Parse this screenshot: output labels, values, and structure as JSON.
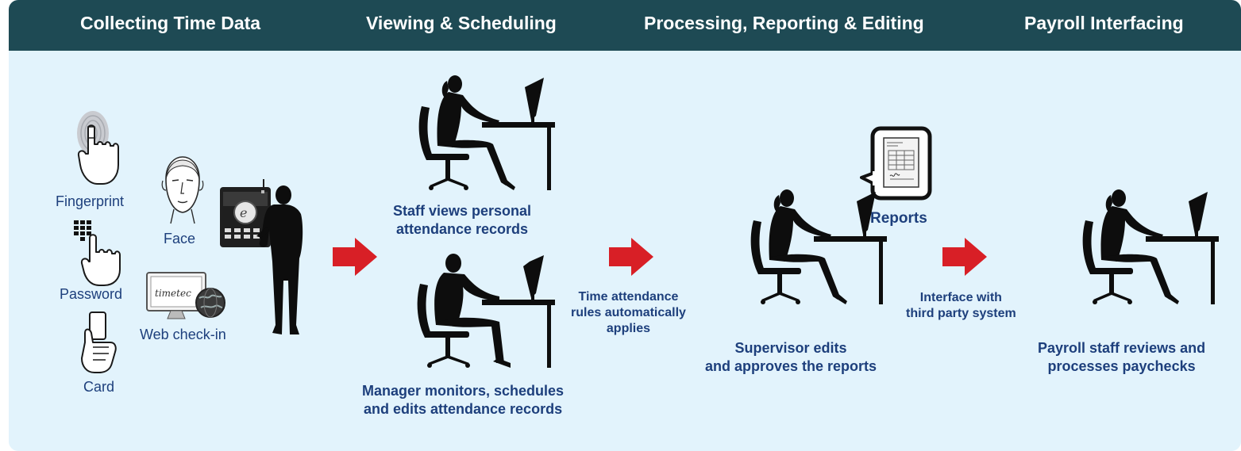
{
  "colors": {
    "header_bg": "#1e4a54",
    "panel_bg": "#e2f3fc",
    "text": "#1d3f7c",
    "arrow": "#d81f26",
    "silhouette": "#0d0d0d"
  },
  "stages": [
    {
      "label": "Collecting Time Data"
    },
    {
      "label": "Viewing & Scheduling"
    },
    {
      "label": "Processing, Reporting & Editing"
    },
    {
      "label": "Payroll Interfacing"
    }
  ],
  "methods": {
    "fingerprint": "Fingerprint",
    "face": "Face",
    "password": "Password",
    "web": "Web check-in",
    "card": "Card",
    "web_logo": "timetec"
  },
  "captions": {
    "staff": [
      "Staff views personal",
      "attendance records"
    ],
    "manager": [
      "Manager monitors, schedules",
      "and edits attendance records"
    ],
    "rules": [
      "Time attendance",
      "rules automatically",
      "applies"
    ],
    "reports": "Reports",
    "supervisor": [
      "Supervisor edits",
      "and approves the reports"
    ],
    "interface": [
      "Interface with",
      "third party system"
    ],
    "payroll": [
      "Payroll staff reviews and",
      "processes paychecks"
    ]
  },
  "icons": [
    "fingerprint-icon",
    "face-icon",
    "keypad-icon",
    "card-icon",
    "web-monitor-icon",
    "globe-icon",
    "time-clock-icon",
    "report-icon",
    "arrow-right-icon",
    "person-at-desk-silhouette",
    "standing-person-silhouette"
  ]
}
